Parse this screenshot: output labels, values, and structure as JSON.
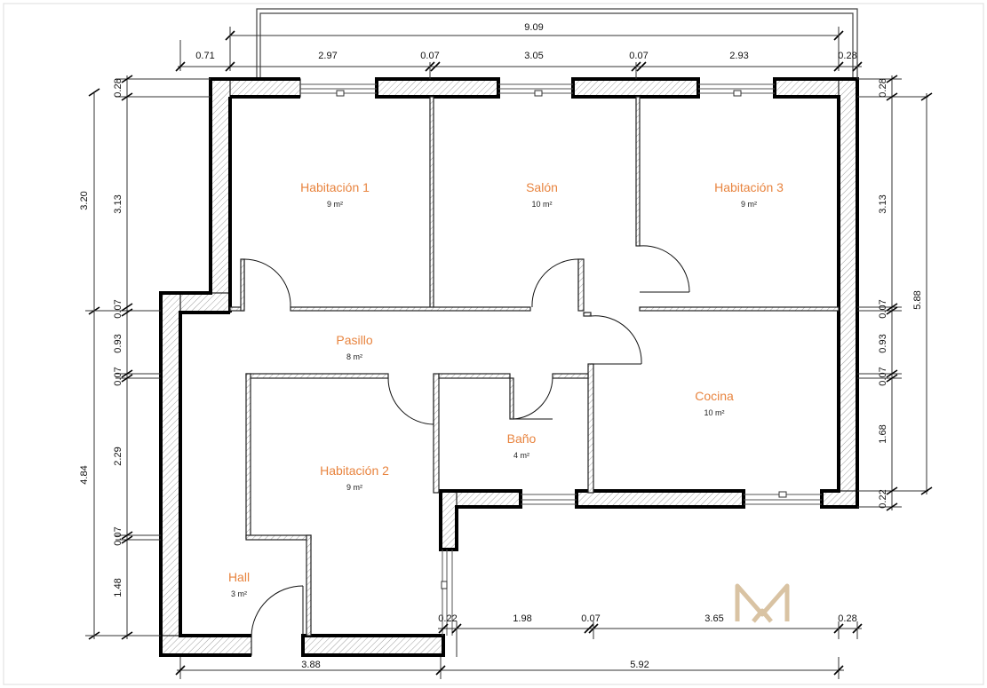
{
  "rooms": [
    {
      "name": "Habitación 1",
      "area": "9 m²"
    },
    {
      "name": "Salón",
      "area": "10 m²"
    },
    {
      "name": "Habitación 3",
      "area": "9 m²"
    },
    {
      "name": "Pasillo",
      "area": "8 m²"
    },
    {
      "name": "Cocina",
      "area": "10 m²"
    },
    {
      "name": "Baño",
      "area": "4 m²"
    },
    {
      "name": "Habitación 2",
      "area": "9 m²"
    },
    {
      "name": "Hall",
      "area": "3 m²"
    }
  ],
  "dimensions": {
    "top_total": "9.09",
    "top": [
      "0.71",
      "2.97",
      "0.07",
      "3.05",
      "0.07",
      "2.93",
      "0.28"
    ],
    "bottom_inner": [
      "0.22",
      "1.98",
      "0.07",
      "3.65",
      "0.28"
    ],
    "bottom_total": [
      "3.88",
      "5.92"
    ],
    "left_outer": [
      "3.20",
      "4.84"
    ],
    "left_inner": [
      "0.28",
      "3.13",
      "0.07",
      "0.93",
      "0.07",
      "2.29",
      "0.07",
      "1.48"
    ],
    "right_inner": [
      "0.28",
      "3.13",
      "0.07",
      "0.93",
      "0.07",
      "1.68",
      "0.22"
    ],
    "right_outer": "5.88"
  },
  "colors": {
    "room_label": "#e8843f",
    "logo": "#d9c3a3"
  }
}
